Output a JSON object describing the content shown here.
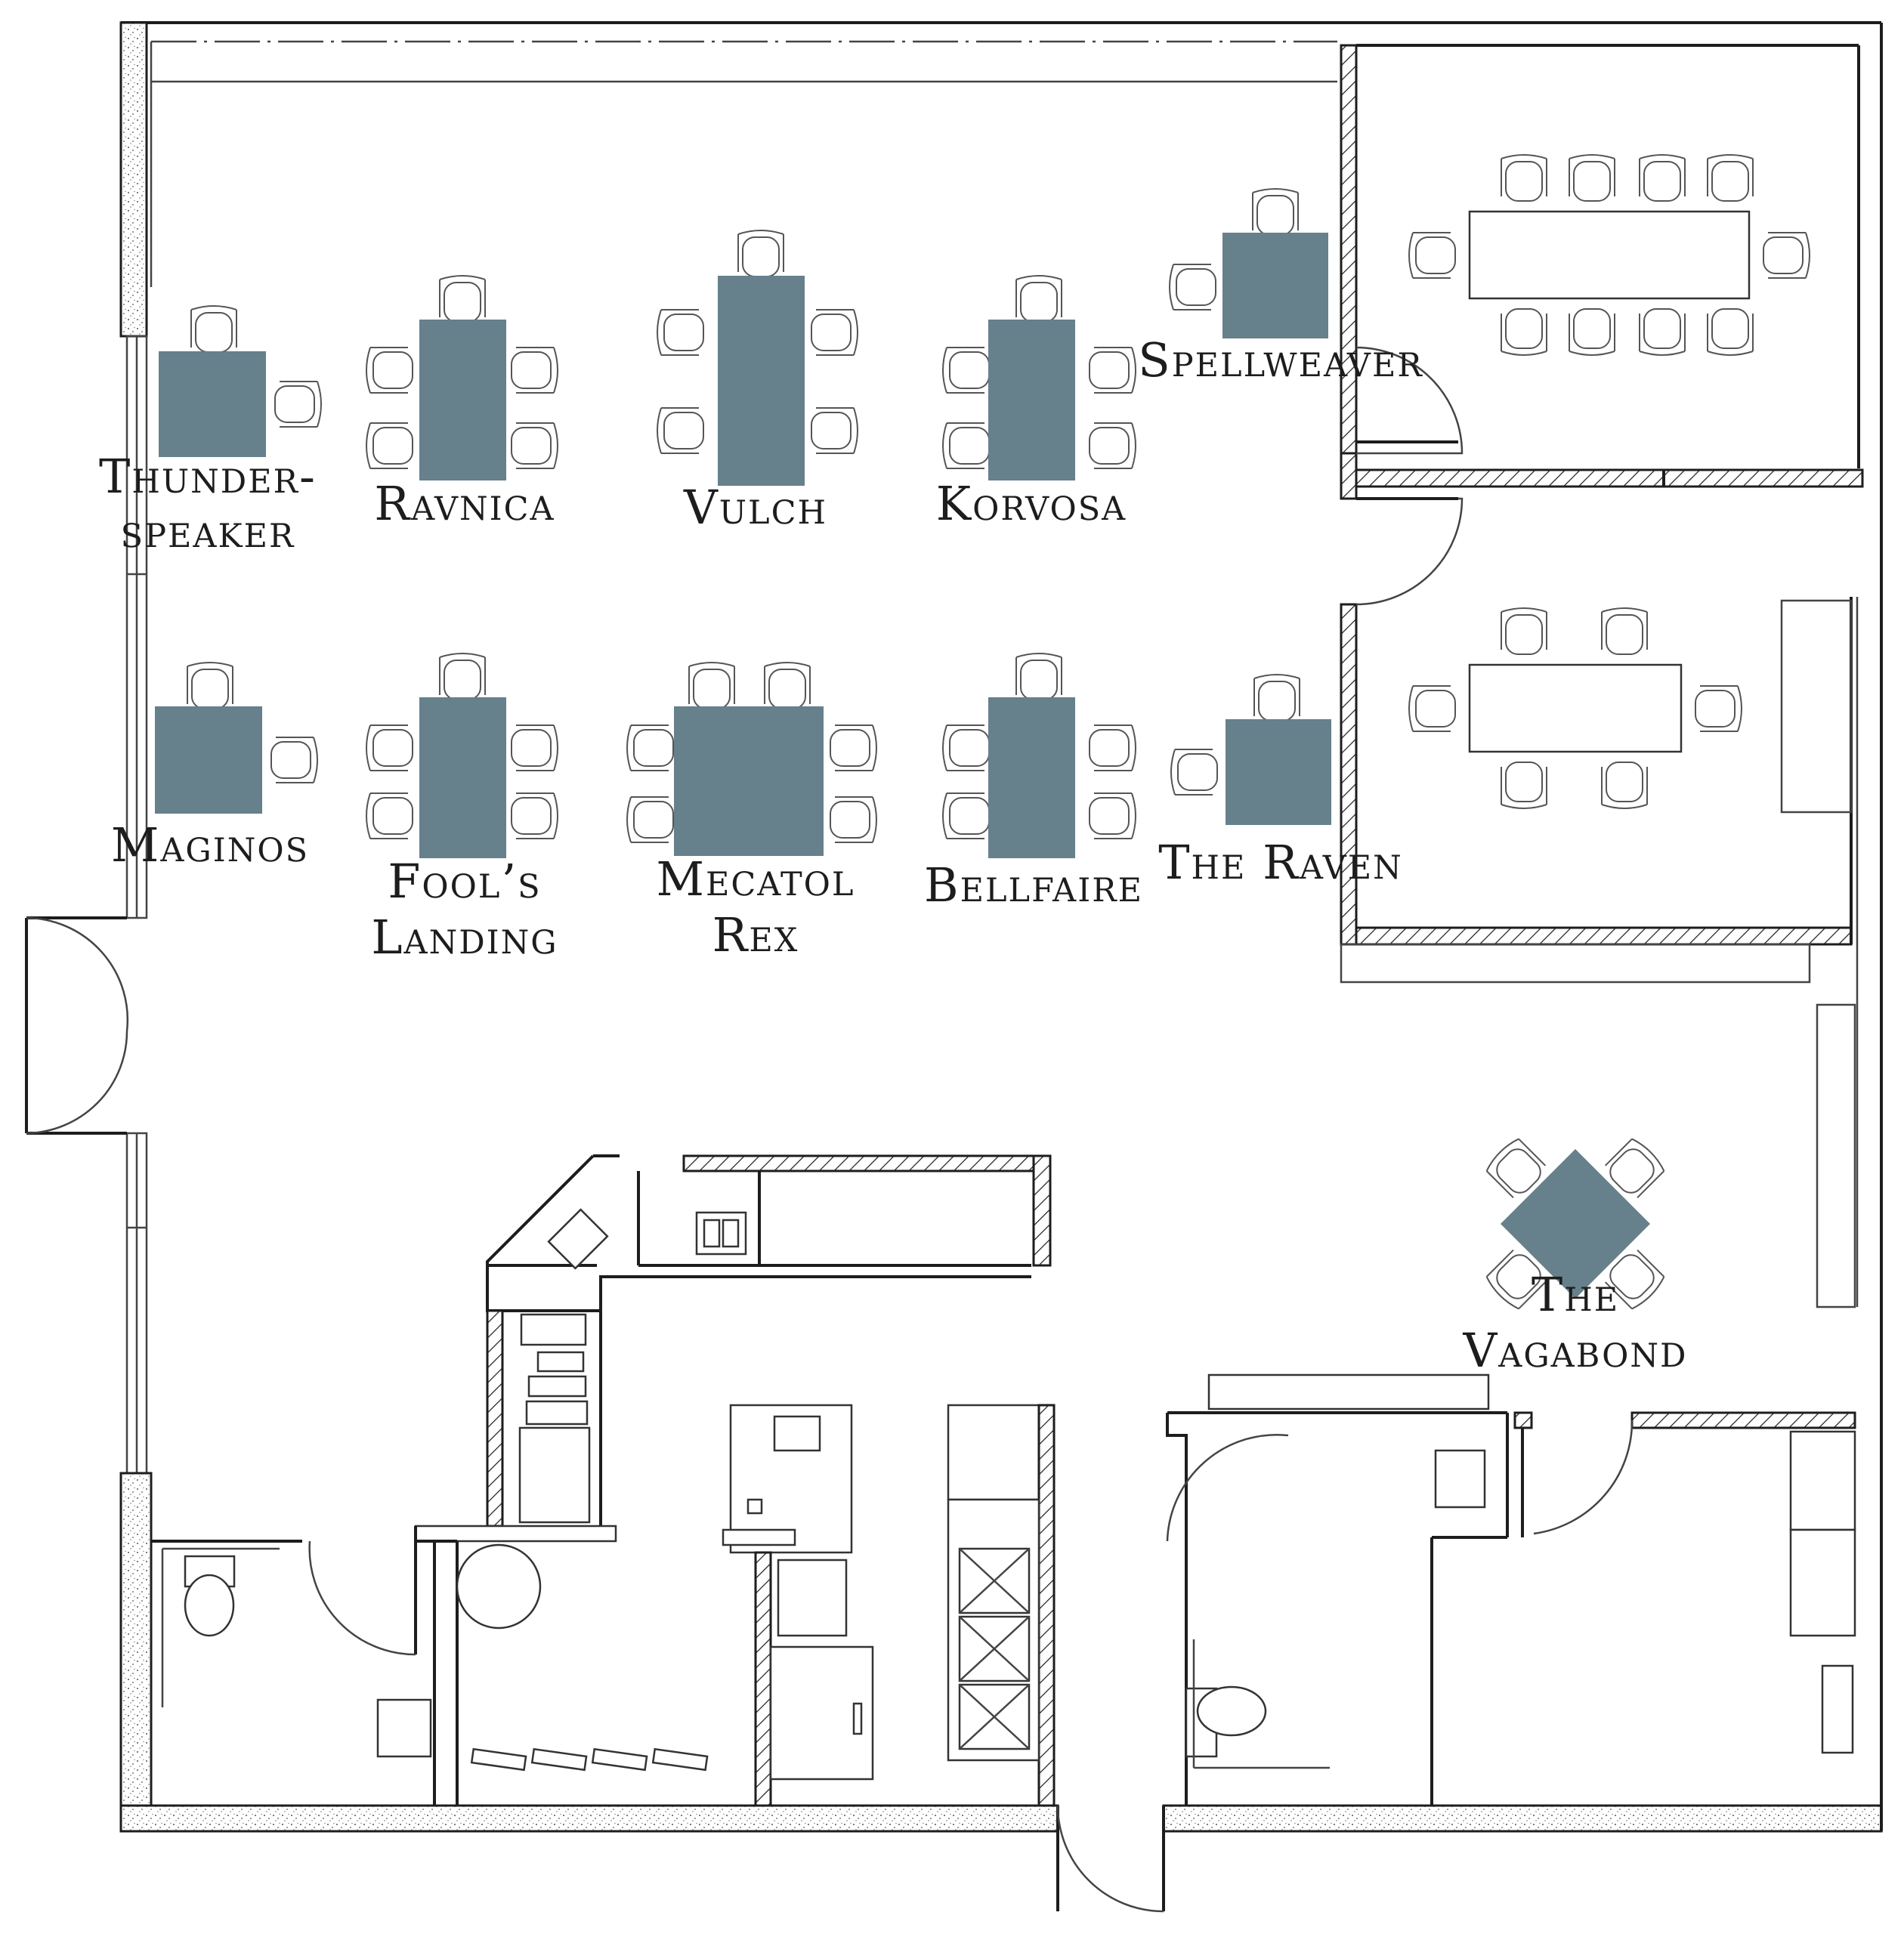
{
  "tables": [
    {
      "id": "thunderspeaker",
      "lines": [
        "Thunder-",
        "speaker"
      ]
    },
    {
      "id": "ravnica",
      "lines": [
        "Ravnica"
      ]
    },
    {
      "id": "vulch",
      "lines": [
        "Vulch"
      ]
    },
    {
      "id": "korvosa",
      "lines": [
        "Korvosa"
      ]
    },
    {
      "id": "spellweaver",
      "lines": [
        "Spellweaver"
      ]
    },
    {
      "id": "maginos",
      "lines": [
        "Maginos"
      ]
    },
    {
      "id": "fools-landing",
      "lines": [
        "Fool’s",
        "Landing"
      ]
    },
    {
      "id": "mecatol-rex",
      "lines": [
        "Mecatol",
        "Rex"
      ]
    },
    {
      "id": "bellfaire",
      "lines": [
        "Bellfaire"
      ]
    },
    {
      "id": "the-raven",
      "lines": [
        "The Raven"
      ]
    },
    {
      "id": "the-vagabond",
      "lines": [
        "The",
        "Vagabond"
      ]
    }
  ],
  "colors": {
    "table_fill": "#66808c",
    "wall": "#1d1d1d",
    "background": "#ffffff"
  }
}
